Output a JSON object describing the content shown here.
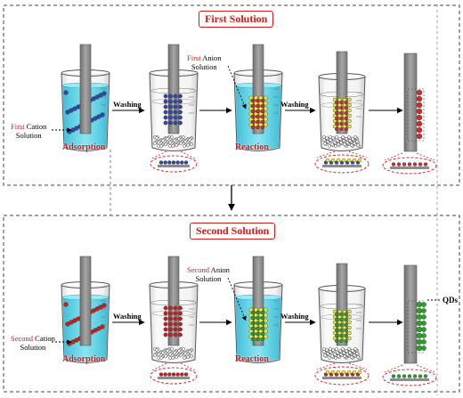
{
  "panels": [
    {
      "title": "First Solution",
      "cation_word": "First",
      "cation_rest": " Cation",
      "cation_line2": "Solution",
      "anion_word": "First",
      "anion_rest": " Anion",
      "anion_line2": "Solution",
      "washing_1": "Washing",
      "washing_2": "Washing",
      "step_adsorption": "Adsorption",
      "step_reaction": "Reaction",
      "ion_a": "#3248a8",
      "ion_b": "#e8e832",
      "product": "#d42a2a"
    },
    {
      "title": "Second Solution",
      "cation_word": "Second",
      "cation_rest": " Cation",
      "cation_line2": "Solution",
      "anion_word": "Second",
      "anion_rest": " Anion",
      "anion_line2": "Solution",
      "washing_1": "Washing",
      "washing_2": "Washing",
      "step_adsorption": "Adsorption",
      "step_reaction": "Reaction",
      "ion_a": "#c81e1e",
      "ion_b": "#e8e832",
      "product": "#2ca02c"
    }
  ],
  "qds_label": "QDs",
  "colors": {
    "accent": "#d11a1a",
    "liquid": "#4fd3e6",
    "substrate": "#8c8c8c"
  }
}
